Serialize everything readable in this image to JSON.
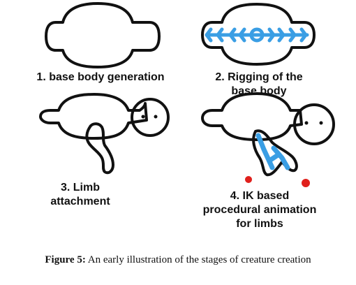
{
  "steps": [
    {
      "label": "1. base body generation"
    },
    {
      "label": "2. Rigging of the\nbase body"
    },
    {
      "label": "3. Limb\nattachment"
    },
    {
      "label": "4. IK based\nprocedural animation\nfor limbs"
    }
  ],
  "caption": {
    "prefix": "Figure 5:",
    "text": "An early illustration of the stages of creature creation"
  },
  "colors": {
    "stroke": "#111111",
    "rig": "#3a9ee4",
    "target": "#e0201c",
    "fill": "#ffffff"
  }
}
